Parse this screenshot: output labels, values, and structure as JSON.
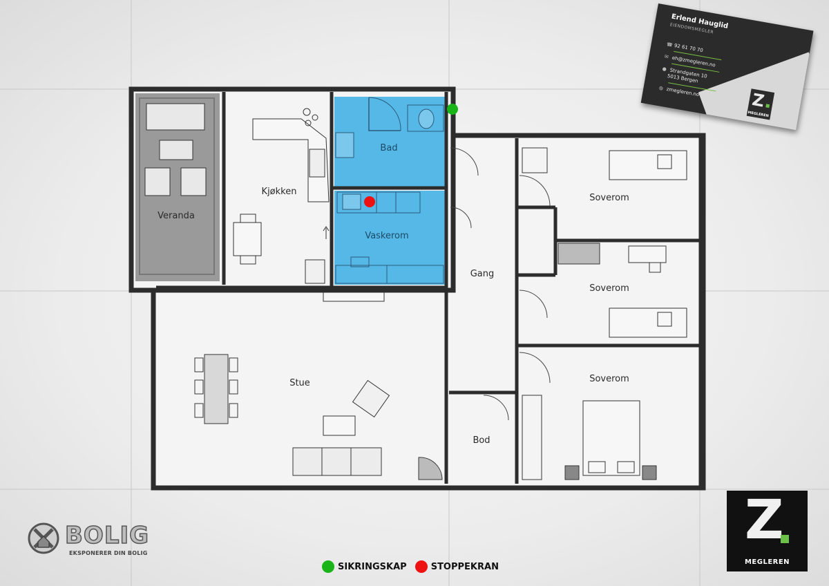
{
  "rooms": {
    "bad": "Bad",
    "kjokken": "Kjøkken",
    "vaskerom": "Vaskerom",
    "veranda": "Veranda",
    "soverom1": "Soverom",
    "soverom2": "Soverom",
    "soverom3": "Soverom",
    "gang": "Gang",
    "stue": "Stue",
    "bod": "Bod"
  },
  "legend": {
    "sikringskap_label": "SIKRINGSKAP",
    "sikringskap_color": "#18b418",
    "stoppekran_label": "STOPPEKRAN",
    "stoppekran_color": "#ee1111"
  },
  "colors": {
    "wet_room": "#56b8e6",
    "wall": "#2c2c2c",
    "veranda": "#9a9a9a"
  },
  "business_card": {
    "name": "Erlend Hauglid",
    "role": "EIENDOMSMEGLER",
    "phone": "92 61 70 70",
    "email": "eh@zmegleren.no",
    "address_line1": "Strandgaten 10",
    "address_line2": "5013 Bergen",
    "website": "zmegleren.no",
    "logo_text": "MEGLEREN"
  },
  "brand_logo": {
    "letter": "Z",
    "text": "MEGLEREN"
  },
  "xbolig": {
    "wordmark": "BOLIG",
    "tagline": "EKSPONERER DIN BOLIG"
  }
}
